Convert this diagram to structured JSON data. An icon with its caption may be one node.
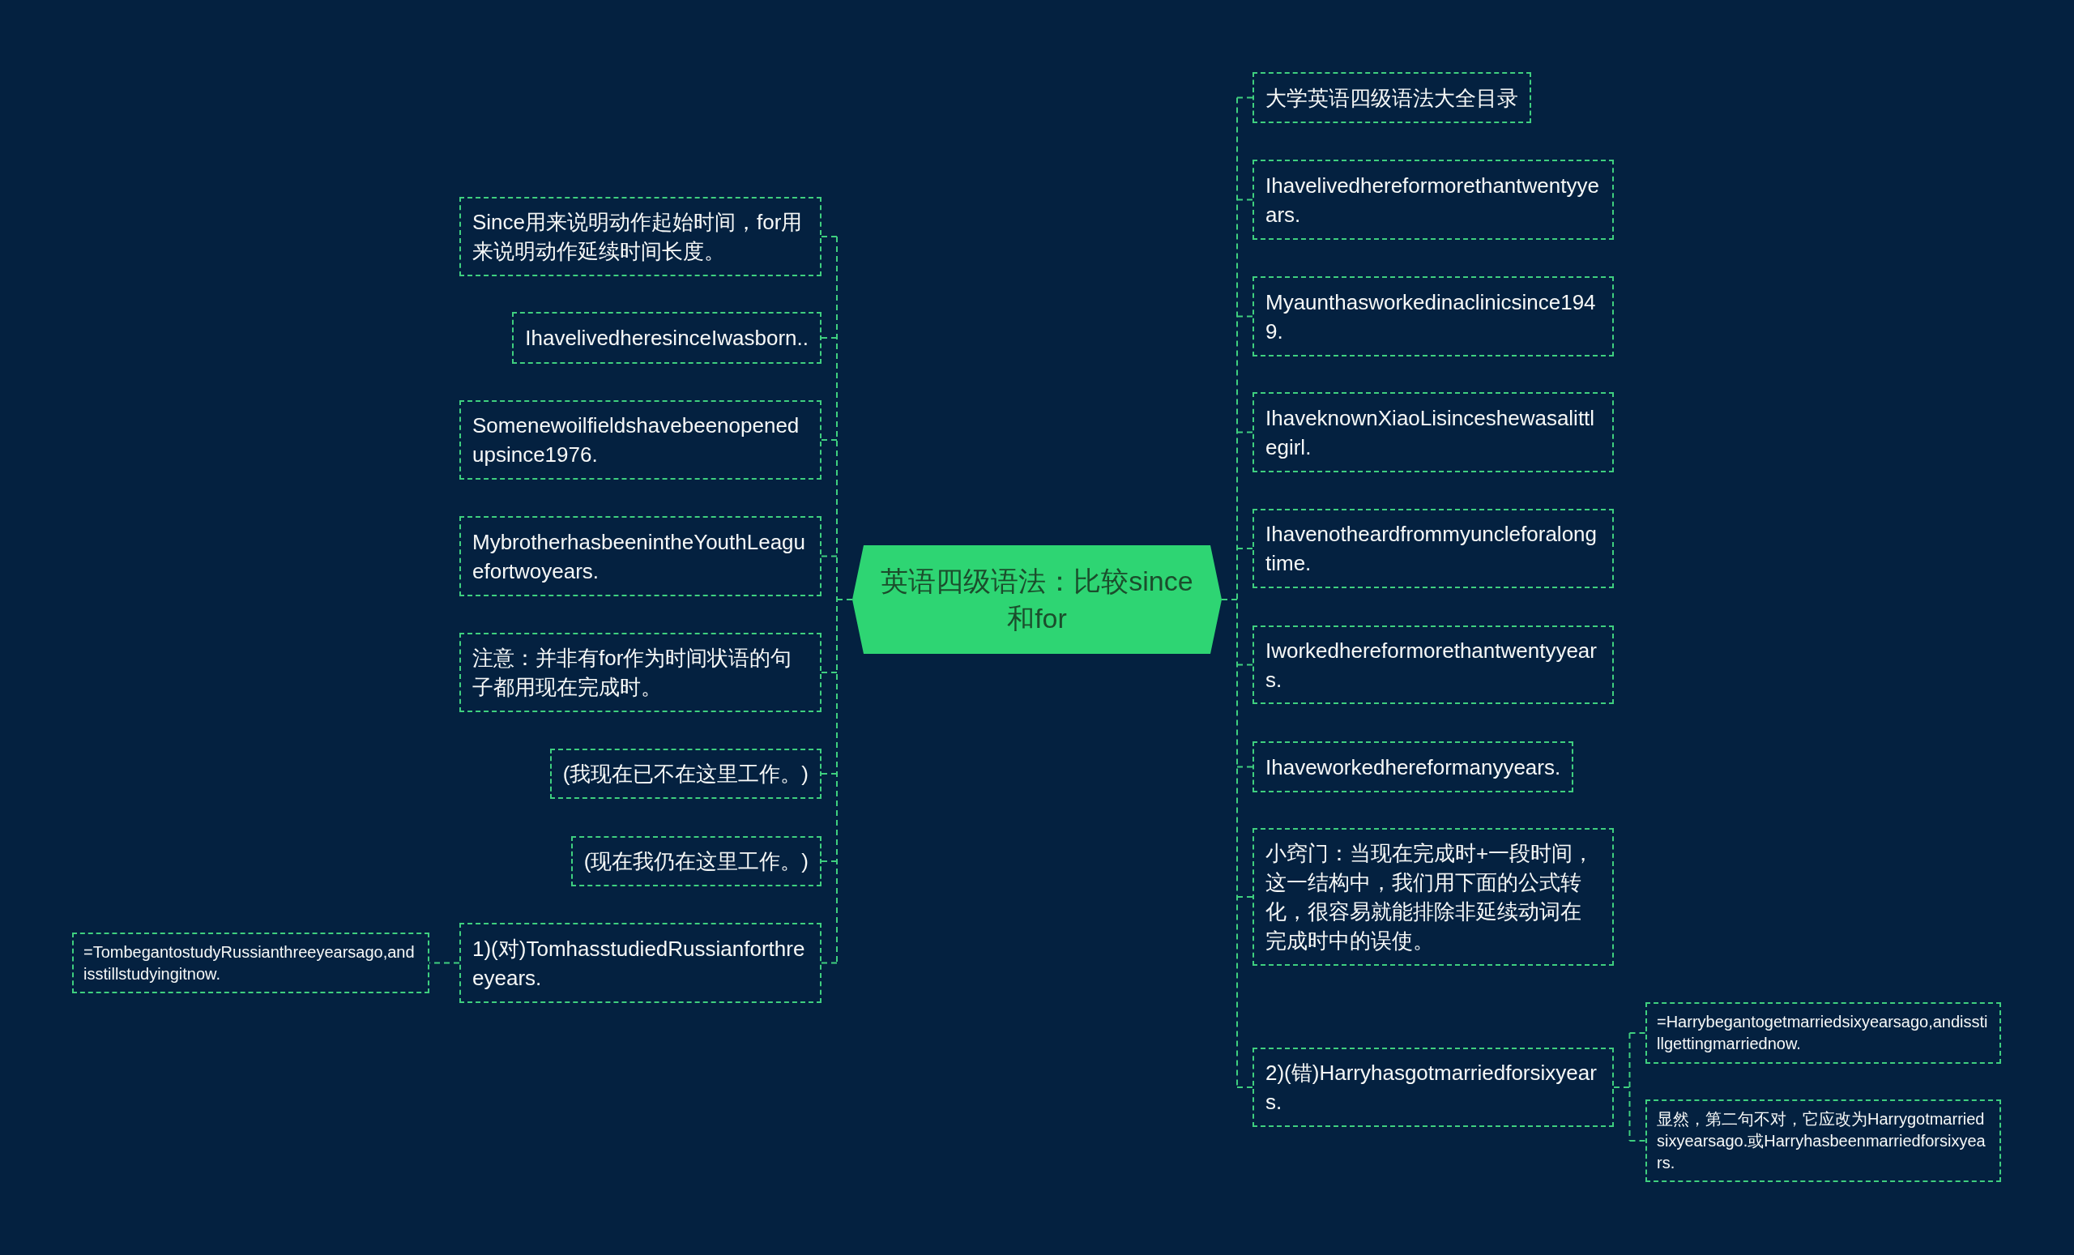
{
  "diagram": {
    "nodes": [
      {
        "text": [
          "英语四级语法：比较since和for"
        ]
      },
      {
        "text": [
          "Since用来说明动作起始时间，for用来说明动作延续时间长度。"
        ]
      },
      {
        "text": [
          "IhavelivedheresinceIwasborn.."
        ]
      },
      {
        "text": [
          "Somenewoilfieldshavebeenopenedupsince1976."
        ]
      },
      {
        "text": [
          "MybrotherhasbeenintheYouthLeaguefortwoyears."
        ]
      },
      {
        "text": [
          "注意：并非有for作为时间状语的句子都用现在完成时。"
        ]
      },
      {
        "text": [
          "(我现在已不在这里工作。)"
        ]
      },
      {
        "text": [
          "(现在我仍在这里工作。)"
        ]
      },
      {
        "text": [
          "1)(对)TomhasstudiedRussianforthreeyears."
        ]
      },
      {
        "text": [
          "=TombegantostudyRussianthreeyearsago,andisstillstudyingitnow."
        ]
      },
      {
        "text": [
          "大学英语四级语法大全目录"
        ]
      },
      {
        "text": [
          "Ihavelivedhereformorethantwentyyears."
        ]
      },
      {
        "text": [
          "Myaunthasworkedinaclinicsince1949."
        ]
      },
      {
        "text": [
          "IhaveknownXiaoLisinceshewasalittlegirl."
        ]
      },
      {
        "text": [
          "Ihavenotheardfrommyuncleforalongtime."
        ]
      },
      {
        "text": [
          "Iworkedhereformorethantwentyyears."
        ]
      },
      {
        "text": [
          "Ihaveworkedhereformanyyears."
        ]
      },
      {
        "text": [
          "小窍门：当现在完成时+一段时间，这一结构中，我们用下面的公式转化，很容易就能排除非延续动词在完成时中的误使。"
        ]
      },
      {
        "text": [
          "2)(错)Harryhasgotmarriedforsixyears."
        ]
      },
      {
        "text": [
          "=Harrybegantogetmarriedsixyearsago,andisstillgettingmarriednow."
        ]
      },
      {
        "text": [
          "显然，第二句不对，它应改为Harrygotmarriedsixyearsago.或Harryhasbeenmarriedforsixyears."
        ]
      }
    ],
    "edges": [
      {
        "from": 0,
        "to": 1,
        "arrow": "none",
        "style": "dashed"
      },
      {
        "from": 0,
        "to": 2,
        "arrow": "none",
        "style": "dashed"
      },
      {
        "from": 0,
        "to": 3,
        "arrow": "none",
        "style": "dashed"
      },
      {
        "from": 0,
        "to": 4,
        "arrow": "none",
        "style": "dashed"
      },
      {
        "from": 0,
        "to": 5,
        "arrow": "none",
        "style": "dashed"
      },
      {
        "from": 0,
        "to": 6,
        "arrow": "none",
        "style": "dashed"
      },
      {
        "from": 0,
        "to": 7,
        "arrow": "none",
        "style": "dashed"
      },
      {
        "from": 0,
        "to": 8,
        "arrow": "none",
        "style": "dashed"
      },
      {
        "from": 8,
        "to": 9,
        "arrow": "none",
        "style": "dashed"
      },
      {
        "from": 0,
        "to": 10,
        "arrow": "none",
        "style": "dashed"
      },
      {
        "from": 0,
        "to": 11,
        "arrow": "none",
        "style": "dashed"
      },
      {
        "from": 0,
        "to": 12,
        "arrow": "none",
        "style": "dashed"
      },
      {
        "from": 0,
        "to": 13,
        "arrow": "none",
        "style": "dashed"
      },
      {
        "from": 0,
        "to": 14,
        "arrow": "none",
        "style": "dashed"
      },
      {
        "from": 0,
        "to": 15,
        "arrow": "none",
        "style": "dashed"
      },
      {
        "from": 0,
        "to": 16,
        "arrow": "none",
        "style": "dashed"
      },
      {
        "from": 0,
        "to": 17,
        "arrow": "none",
        "style": "dashed"
      },
      {
        "from": 0,
        "to": 18,
        "arrow": "none",
        "style": "dashed"
      },
      {
        "from": 18,
        "to": 19,
        "arrow": "none",
        "style": "dashed"
      },
      {
        "from": 18,
        "to": 20,
        "arrow": "none",
        "style": "dashed"
      }
    ]
  }
}
